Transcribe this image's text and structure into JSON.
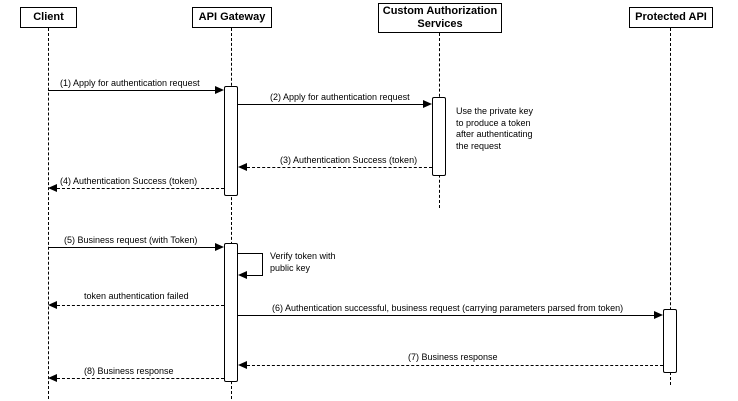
{
  "participants": {
    "client": "Client",
    "gateway": "API Gateway",
    "custom_auth": "Custom Authorization Services",
    "protected_api": "Protected API"
  },
  "messages": {
    "m1": "(1) Apply for authentication request",
    "m2": "(2) Apply for authentication request",
    "m3": "(3) Authentication Success (token)",
    "m4": "(4) Authentication Success (token)",
    "m5": "(5) Business request (with Token)",
    "token_failed": "token authentication failed",
    "m6": "(6) Authentication successful, business request (carrying parameters parsed from token)",
    "m7": "(7) Business response",
    "m8": "(8) Business response"
  },
  "notes": {
    "private_key_note": "Use the private key to produce a token after authenticating the request",
    "verify_token_note": "Verify token with public key"
  },
  "colors": {
    "line": "#000000",
    "background": "#ffffff"
  }
}
